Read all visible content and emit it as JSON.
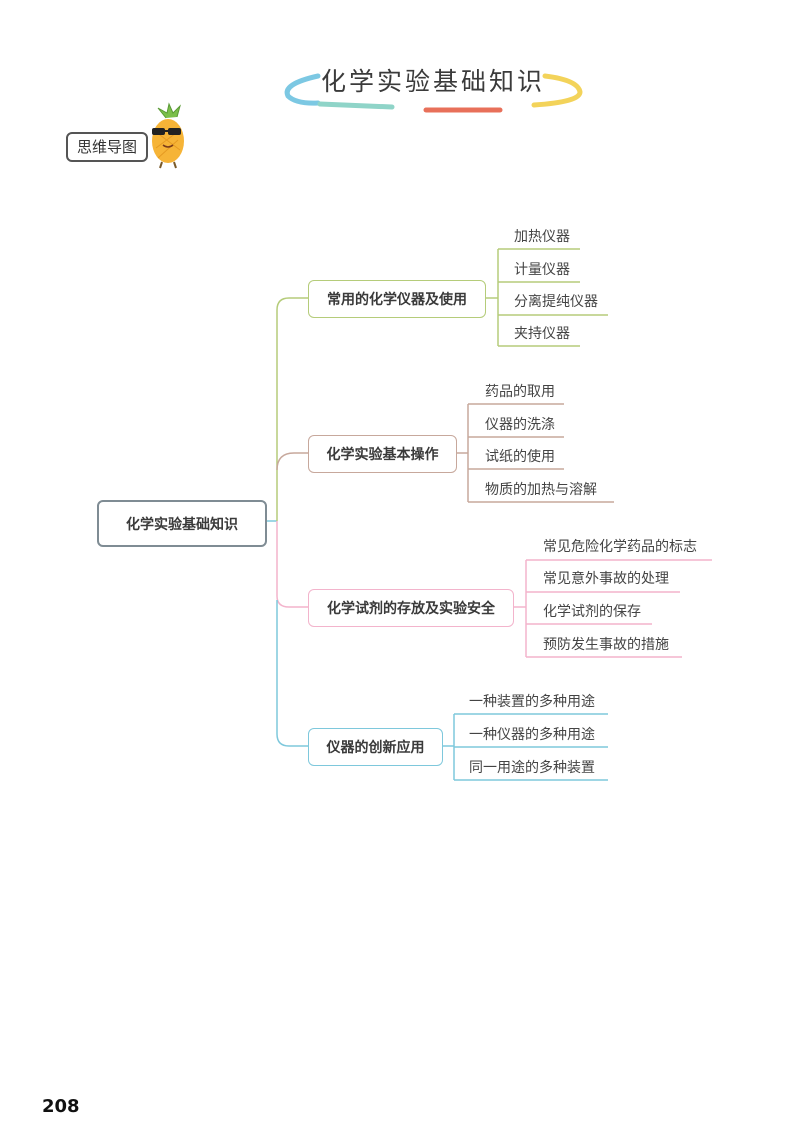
{
  "header": {
    "title": "化学实验基础知识",
    "badge": "思维导图",
    "colors": {
      "blue": "#7cc8e3",
      "teal": "#8fd4c8",
      "red": "#e8705a",
      "yellow": "#f3d35a"
    }
  },
  "mindmap": {
    "root": "化学实验基础知识",
    "branches": [
      {
        "label": "常用的化学仪器及使用",
        "color": "#b5cc7a",
        "items": [
          "加热仪器",
          "计量仪器",
          "分离提纯仪器",
          "夹持仪器"
        ]
      },
      {
        "label": "化学实验基本操作",
        "color": "#c7a89c",
        "items": [
          "药品的取用",
          "仪器的洗涤",
          "试纸的使用",
          "物质的加热与溶解"
        ]
      },
      {
        "label": "化学试剂的存放及实验安全",
        "color": "#f3b4cc",
        "items": [
          "常见危险化学药品的标志",
          "常见意外事故的处理",
          "化学试剂的保存",
          "预防发生事故的措施"
        ]
      },
      {
        "label": "仪器的创新应用",
        "color": "#7ec8dc",
        "items": [
          "一种装置的多种用途",
          "一种仪器的多种用途",
          "同一用途的多种装置"
        ]
      }
    ]
  },
  "footer": {
    "page_number": "208"
  }
}
